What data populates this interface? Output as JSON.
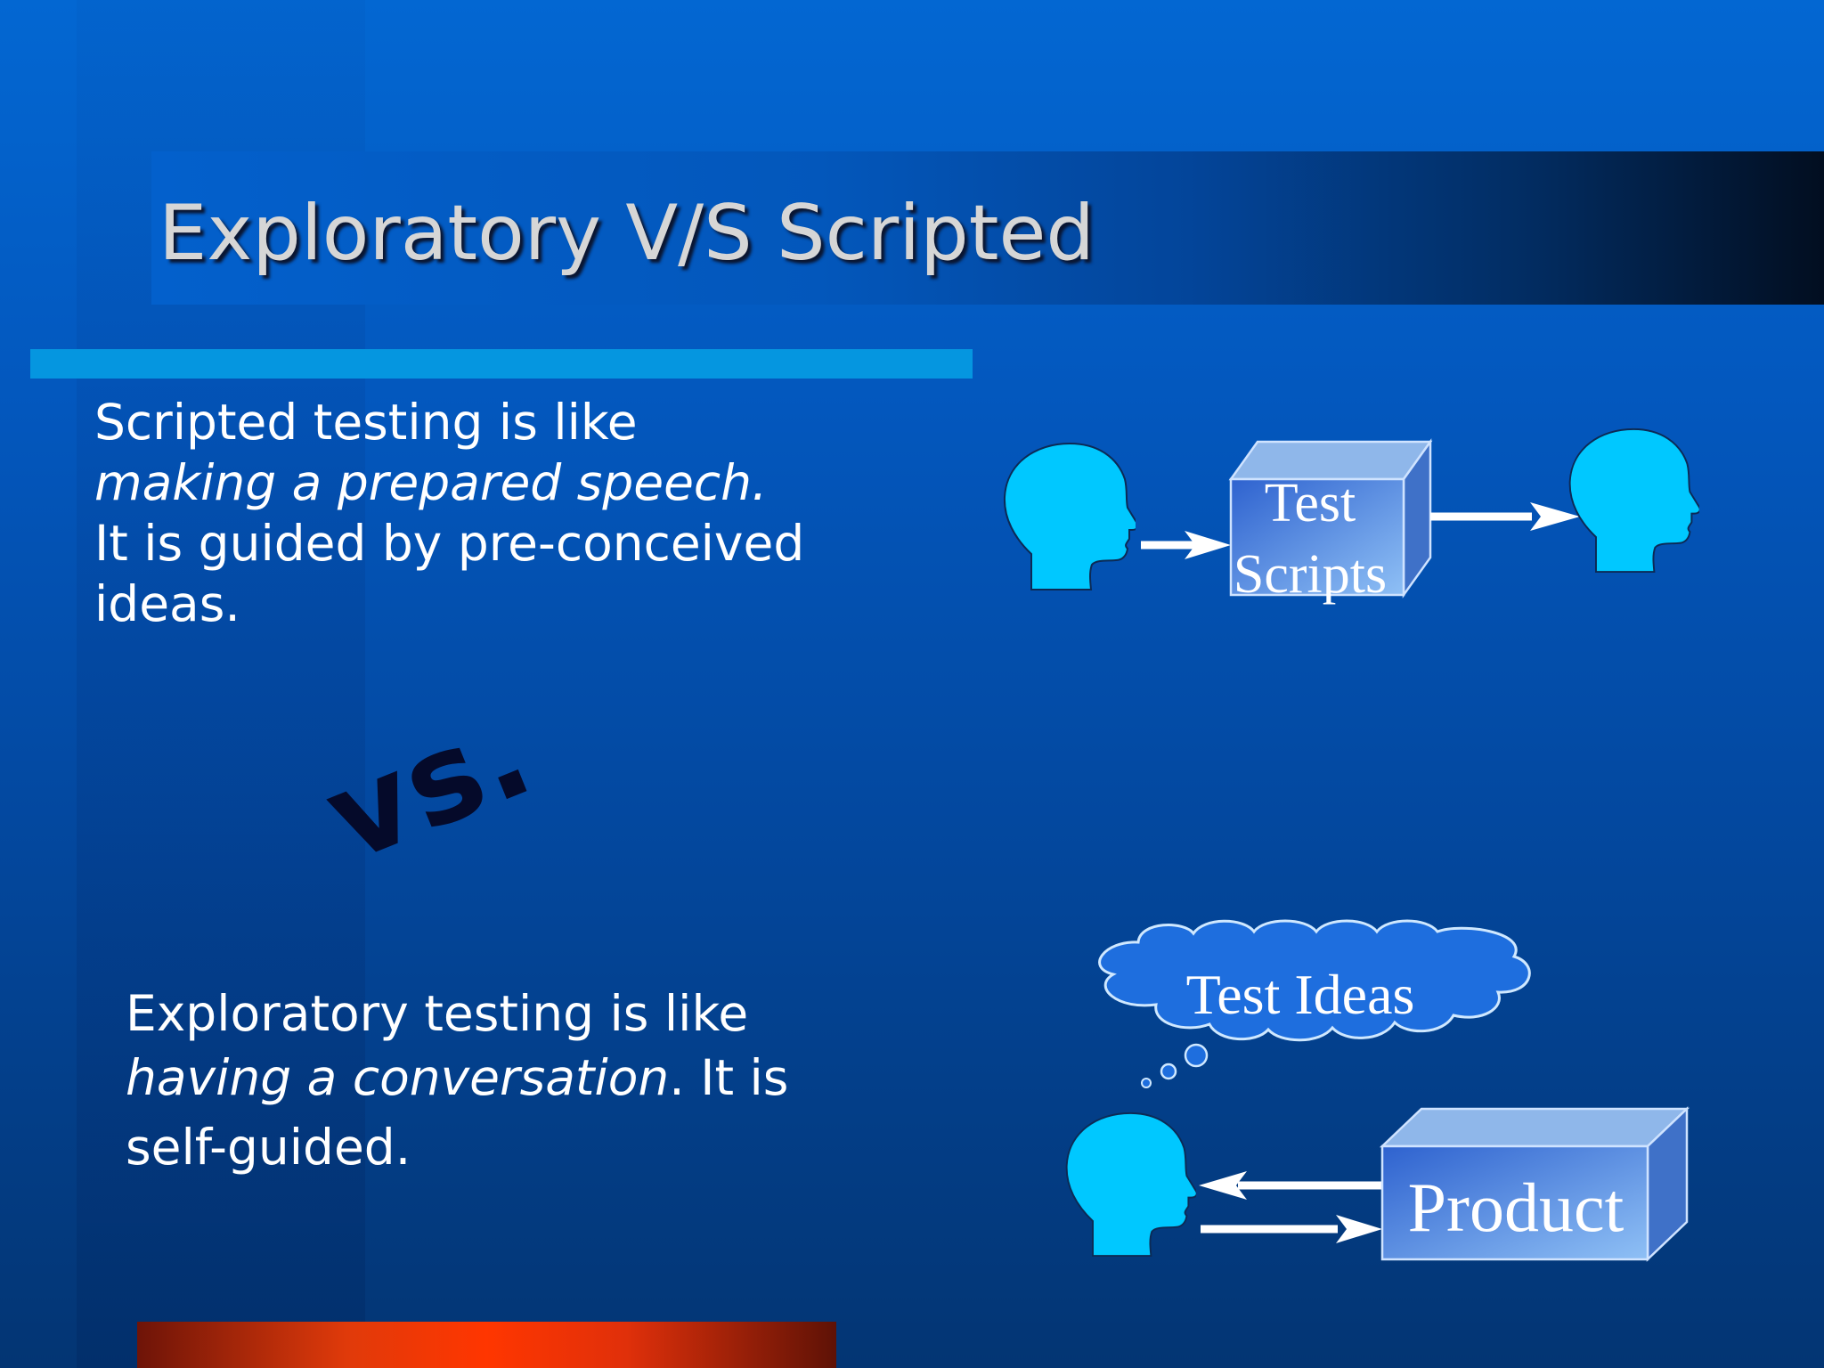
{
  "slide": {
    "title": "Exploratory V/S Scripted",
    "vs_text": "vs.",
    "scripted": {
      "line1": "Scripted testing is like",
      "line2_italic": "making a prepared speech.",
      "line3": "It is guided by pre-conceived",
      "line4": "ideas."
    },
    "exploratory": {
      "line1": "Exploratory testing is like",
      "line2_italic": "having a conversation",
      "line2_rest": ". It is",
      "line3": "self-guided."
    }
  },
  "diagram_scripted": {
    "box_line1": "Test",
    "box_line2": "Scripts"
  },
  "diagram_exploratory": {
    "cloud_label": "Test Ideas",
    "box_label": "Product"
  },
  "colors": {
    "head": "#00c8ff",
    "cloud": "#1e6ede",
    "box_face": "#4f86db",
    "accent_bar": "#0596e0",
    "bottom_bar": "#ff3600"
  }
}
